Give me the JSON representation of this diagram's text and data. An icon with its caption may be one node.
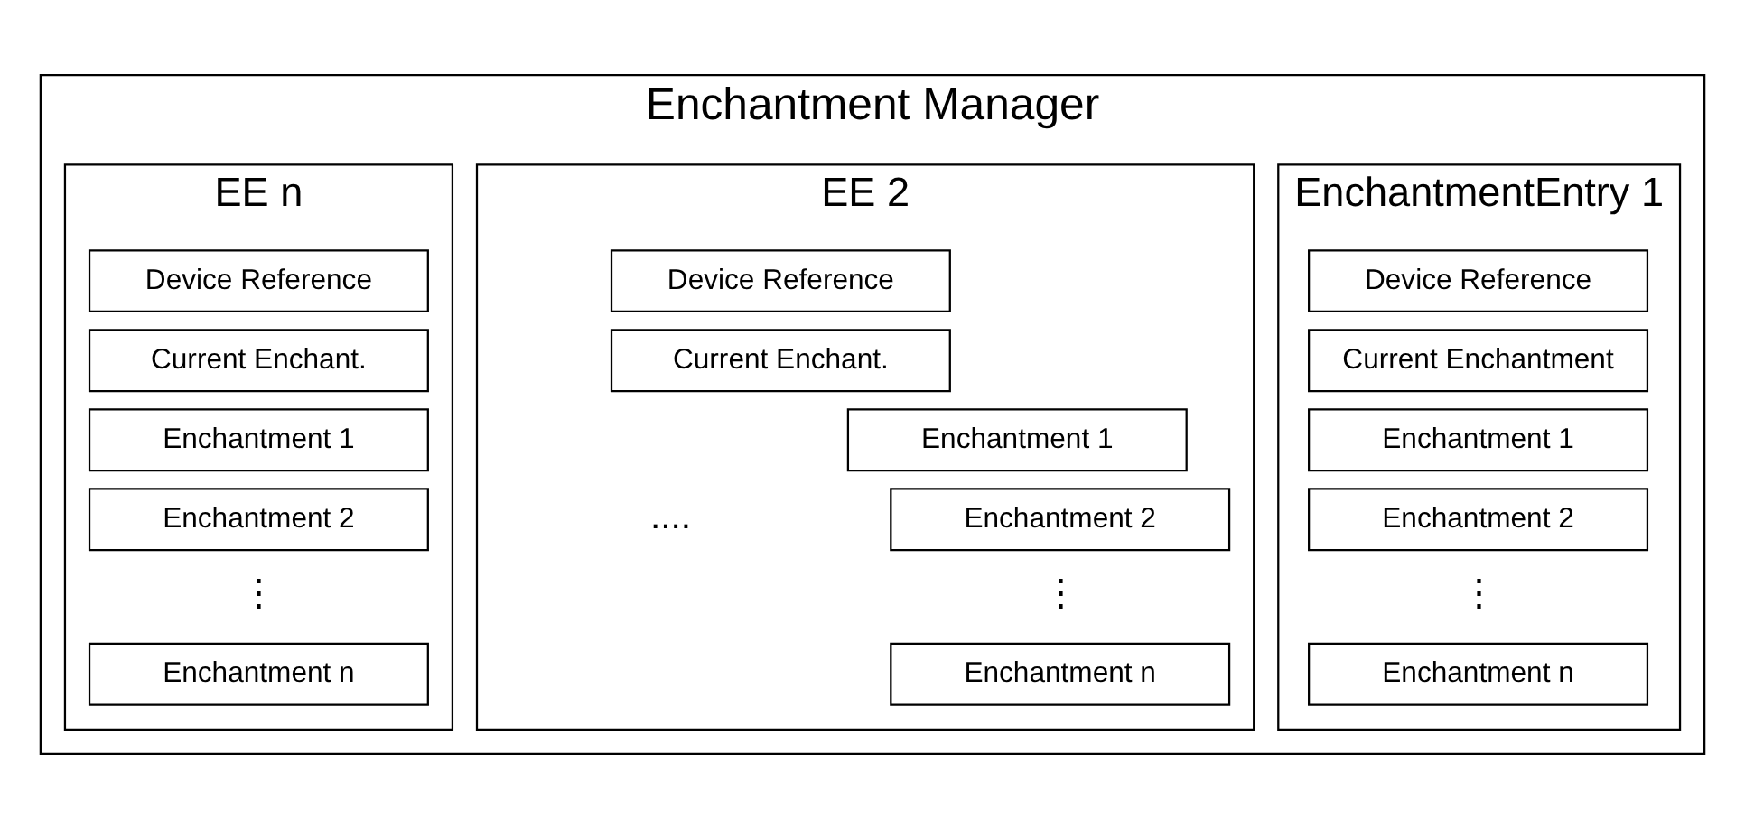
{
  "diagram": {
    "nodes": [
      {
        "text": [
          "Enchantment Manager"
        ]
      },
      {
        "text": [
          "EnchantmentEntry 1"
        ],
        "in": 0
      },
      {
        "text": [
          "Device Reference"
        ],
        "in": 1
      },
      {
        "text": [
          "Current Enchantment"
        ],
        "in": 1
      },
      {
        "text": [
          "Enchantment 1"
        ],
        "in": 1
      },
      {
        "text": [
          "Enchantment 2"
        ],
        "in": 1
      },
      {
        "text": [
          "Enchantment n"
        ],
        "in": 1
      },
      {
        "text": [
          "EE 2"
        ],
        "in": 0
      },
      {
        "text": [
          "Device Reference"
        ],
        "in": 7
      },
      {
        "text": [
          "Current Enchant."
        ],
        "in": 7
      },
      {
        "text": [
          "Enchantment 1"
        ],
        "in": 7
      },
      {
        "text": [
          "Enchantment 2"
        ],
        "in": 7
      },
      {
        "text": [
          "Enchantment n"
        ],
        "in": 7
      },
      {
        "text": [
          "EE n"
        ],
        "in": 0
      },
      {
        "text": [
          "Device Reference"
        ],
        "in": 13
      },
      {
        "text": [
          "Current Enchant."
        ],
        "in": 13
      },
      {
        "text": [
          "Enchantment 1"
        ],
        "in": 13
      },
      {
        "text": [
          "Enchantment 2"
        ],
        "in": 13
      },
      {
        "text": [
          "Enchantment n"
        ],
        "in": 13
      }
    ],
    "edges": [],
    "labels": [
      "⋮",
      "....",
      "⋮",
      "⋮"
    ]
  }
}
